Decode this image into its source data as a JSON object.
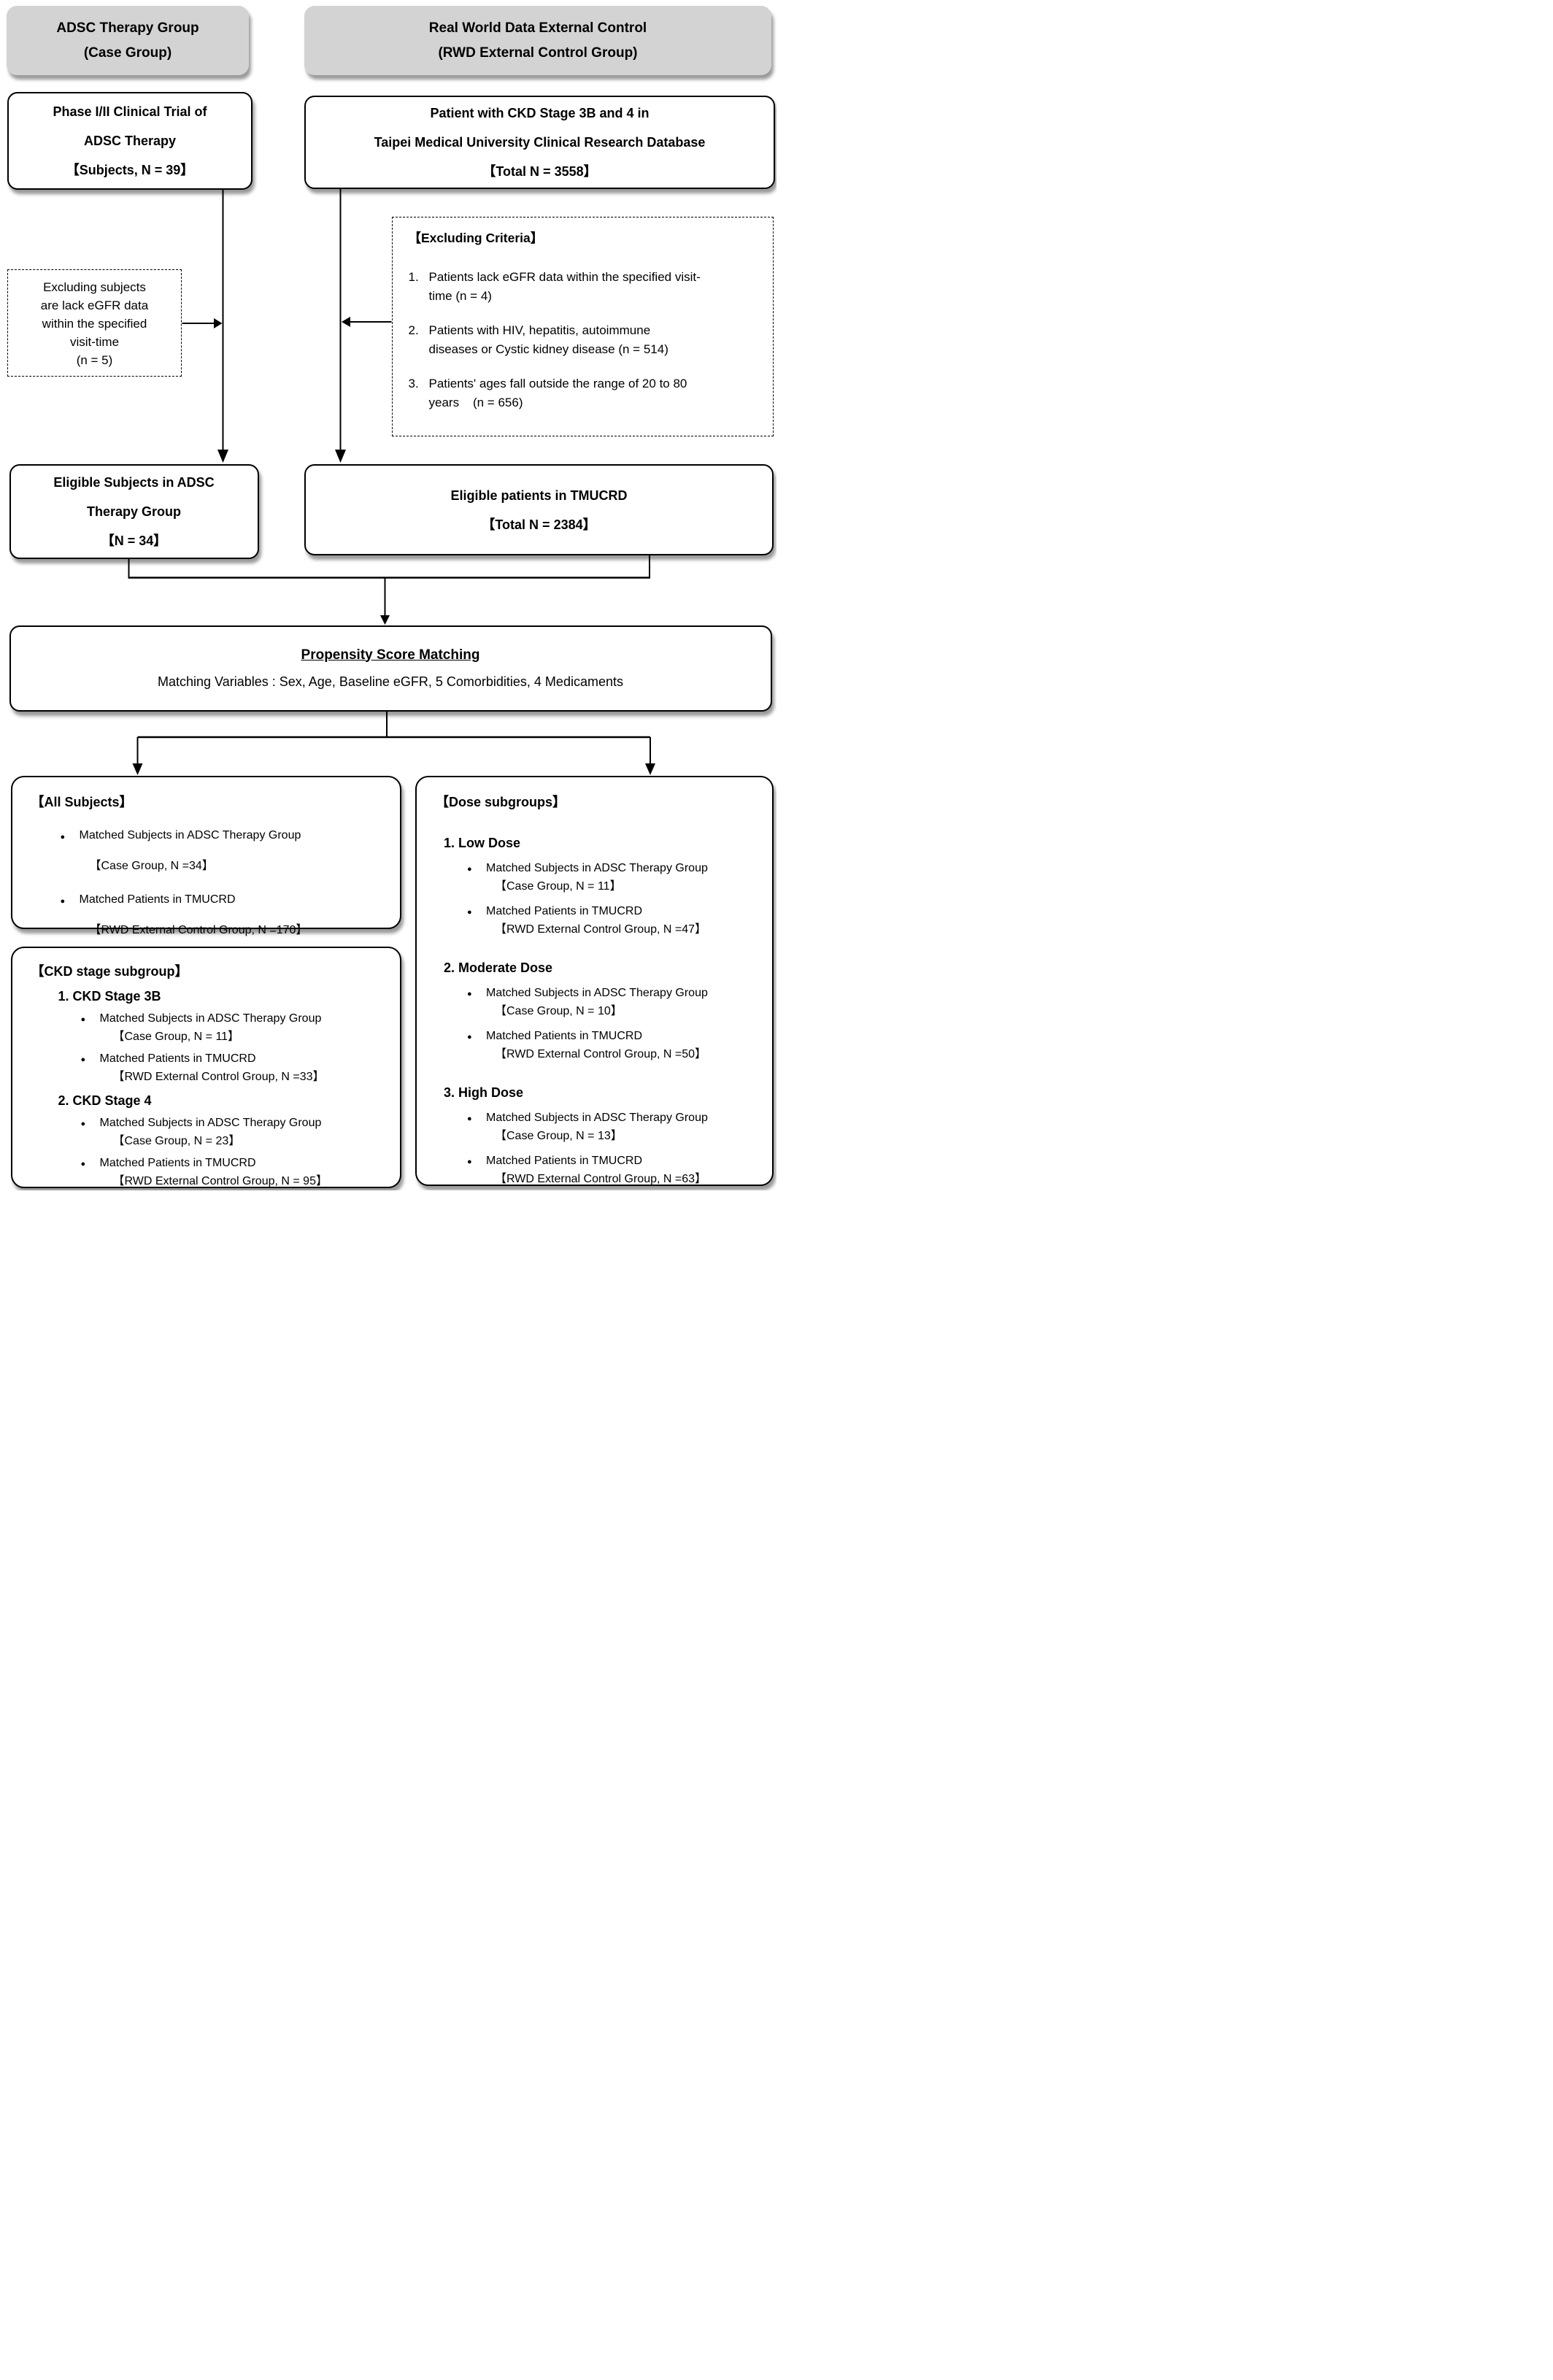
{
  "colors": {
    "header_fill": "#d3d3d3",
    "box_border": "#000000",
    "background": "#ffffff",
    "shadow_gray": "#999999"
  },
  "headers": {
    "case_group": {
      "line1": "ADSC Therapy Group",
      "line2": "(Case Group)"
    },
    "rwd_control": {
      "line1": "Real World Data External Control",
      "line2": "(RWD External Control Group)"
    }
  },
  "boxes": {
    "trial": {
      "line1": "Phase I/II Clinical Trial of",
      "line2": "ADSC Therapy",
      "line3": "【Subjects, N = 39】"
    },
    "tmucrd_source": {
      "line1": "Patient with CKD Stage 3B and 4 in",
      "line2": "Taipei Medical University Clinical Research Database",
      "line3": "【Total N = 3558】"
    },
    "excluding_subjects": {
      "lines": [
        "Excluding subjects",
        "are lack eGFR data",
        "within the specified",
        "visit-time",
        "(n = 5)"
      ]
    },
    "excluding_criteria": {
      "title": "【Excluding Criteria】",
      "items": [
        {
          "num": "1.",
          "lines": [
            "Patients lack eGFR data within the specified visit-",
            "time (n = 4)"
          ]
        },
        {
          "num": "2.",
          "lines": [
            "Patients with HIV, hepatitis, autoimmune",
            "diseases or Cystic kidney disease (n = 514)"
          ]
        },
        {
          "num": "3.",
          "lines": [
            "Patients' ages fall outside the range of 20 to 80",
            "years    (n = 656)"
          ]
        }
      ]
    },
    "eligible_adsc": {
      "line1": "Eligible Subjects in ADSC",
      "line2": "Therapy Group",
      "line3": "【N = 34】"
    },
    "eligible_tmucrd": {
      "line1": "Eligible patients in TMUCRD",
      "line2": "【Total N = 2384】"
    },
    "psm": {
      "title": "Propensity Score Matching",
      "subtitle": "Matching Variables : Sex, Age, Baseline eGFR, 5 Comorbidities, 4 Medicaments"
    },
    "all_subjects": {
      "title": "【All Subjects】",
      "items": [
        {
          "line1": "Matched Subjects in ADSC Therapy Group",
          "line2": "【Case Group, N =34】"
        },
        {
          "line1": "Matched Patients in TMUCRD",
          "line2": "【RWD External Control Group, N =170】"
        }
      ]
    },
    "ckd_subgroup": {
      "title": "【CKD stage subgroup】",
      "sections": [
        {
          "heading": "1. CKD Stage 3B",
          "items": [
            {
              "line1": "Matched Subjects in ADSC Therapy Group",
              "line2": "【Case Group, N = 11】"
            },
            {
              "line1": "Matched Patients in TMUCRD",
              "line2": "【RWD External Control Group, N =33】"
            }
          ]
        },
        {
          "heading": "2. CKD Stage 4",
          "items": [
            {
              "line1": "Matched Subjects in ADSC Therapy Group",
              "line2": "【Case Group, N = 23】"
            },
            {
              "line1": "Matched Patients in TMUCRD",
              "line2": "【RWD External Control Group, N = 95】"
            }
          ]
        }
      ]
    },
    "dose_subgroups": {
      "title": "【Dose subgroups】",
      "sections": [
        {
          "heading": "1. Low Dose",
          "items": [
            {
              "line1": "Matched Subjects in ADSC Therapy Group",
              "line2": "【Case Group, N = 11】"
            },
            {
              "line1": "Matched Patients in TMUCRD",
              "line2": "【RWD External Control Group, N =47】"
            }
          ]
        },
        {
          "heading": "2. Moderate Dose",
          "items": [
            {
              "line1": "Matched Subjects in ADSC Therapy Group",
              "line2": "【Case Group, N = 10】"
            },
            {
              "line1": "Matched Patients in TMUCRD",
              "line2": "【RWD External Control Group, N =50】"
            }
          ]
        },
        {
          "heading": "3. High Dose",
          "items": [
            {
              "line1": "Matched Subjects in ADSC Therapy Group",
              "line2": "【Case Group, N = 13】"
            },
            {
              "line1": "Matched Patients in TMUCRD",
              "line2": "【RWD External Control Group, N =63】"
            }
          ]
        }
      ]
    }
  }
}
